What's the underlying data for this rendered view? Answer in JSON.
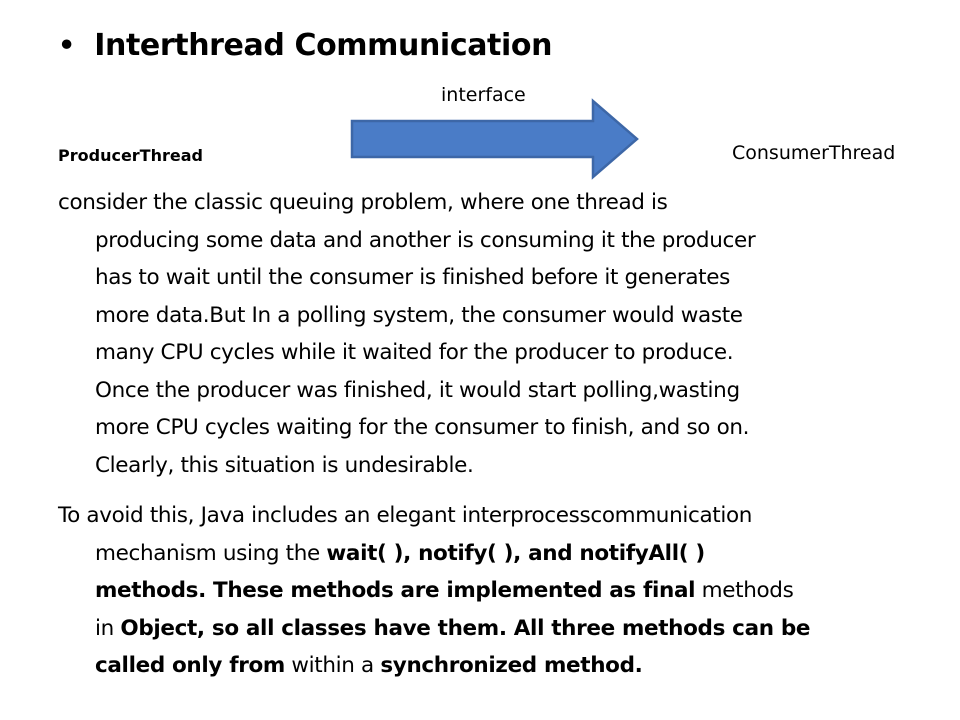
{
  "slide": {
    "bullet": "•",
    "title": "Interthread Communication",
    "diagram": {
      "arrow_label": "interface",
      "left_label": "ProducerThread",
      "right_label": "ConsumerThread",
      "arrow_color": "#4A7CC7"
    },
    "paragraph1": [
      "consider the classic queuing problem, where one thread is",
      "producing some data and another is consuming it the producer",
      "has to wait until the consumer is finished before it generates",
      "more data.But In a polling system, the consumer would waste",
      "many CPU cycles while it waited for the producer to produce.",
      "Once the producer was finished, it would start polling,wasting",
      "more CPU cycles waiting for the consumer to finish, and so on.",
      "Clearly, this situation is undesirable."
    ],
    "paragraph2": {
      "l1": "To avoid this, Java includes an elegant interprocesscommunication",
      "l2a": "mechanism using the ",
      "l2b": "wait( ), notify( ), and notifyAll( )",
      "l3a": "methods. These methods are implemented as final",
      "l3b": " methods",
      "l4a": "in ",
      "l4b": "Object, so all classes have them. All three methods can be",
      "l5a": "called only from",
      "l5b": " within a ",
      "l5c": "synchronized method."
    }
  }
}
